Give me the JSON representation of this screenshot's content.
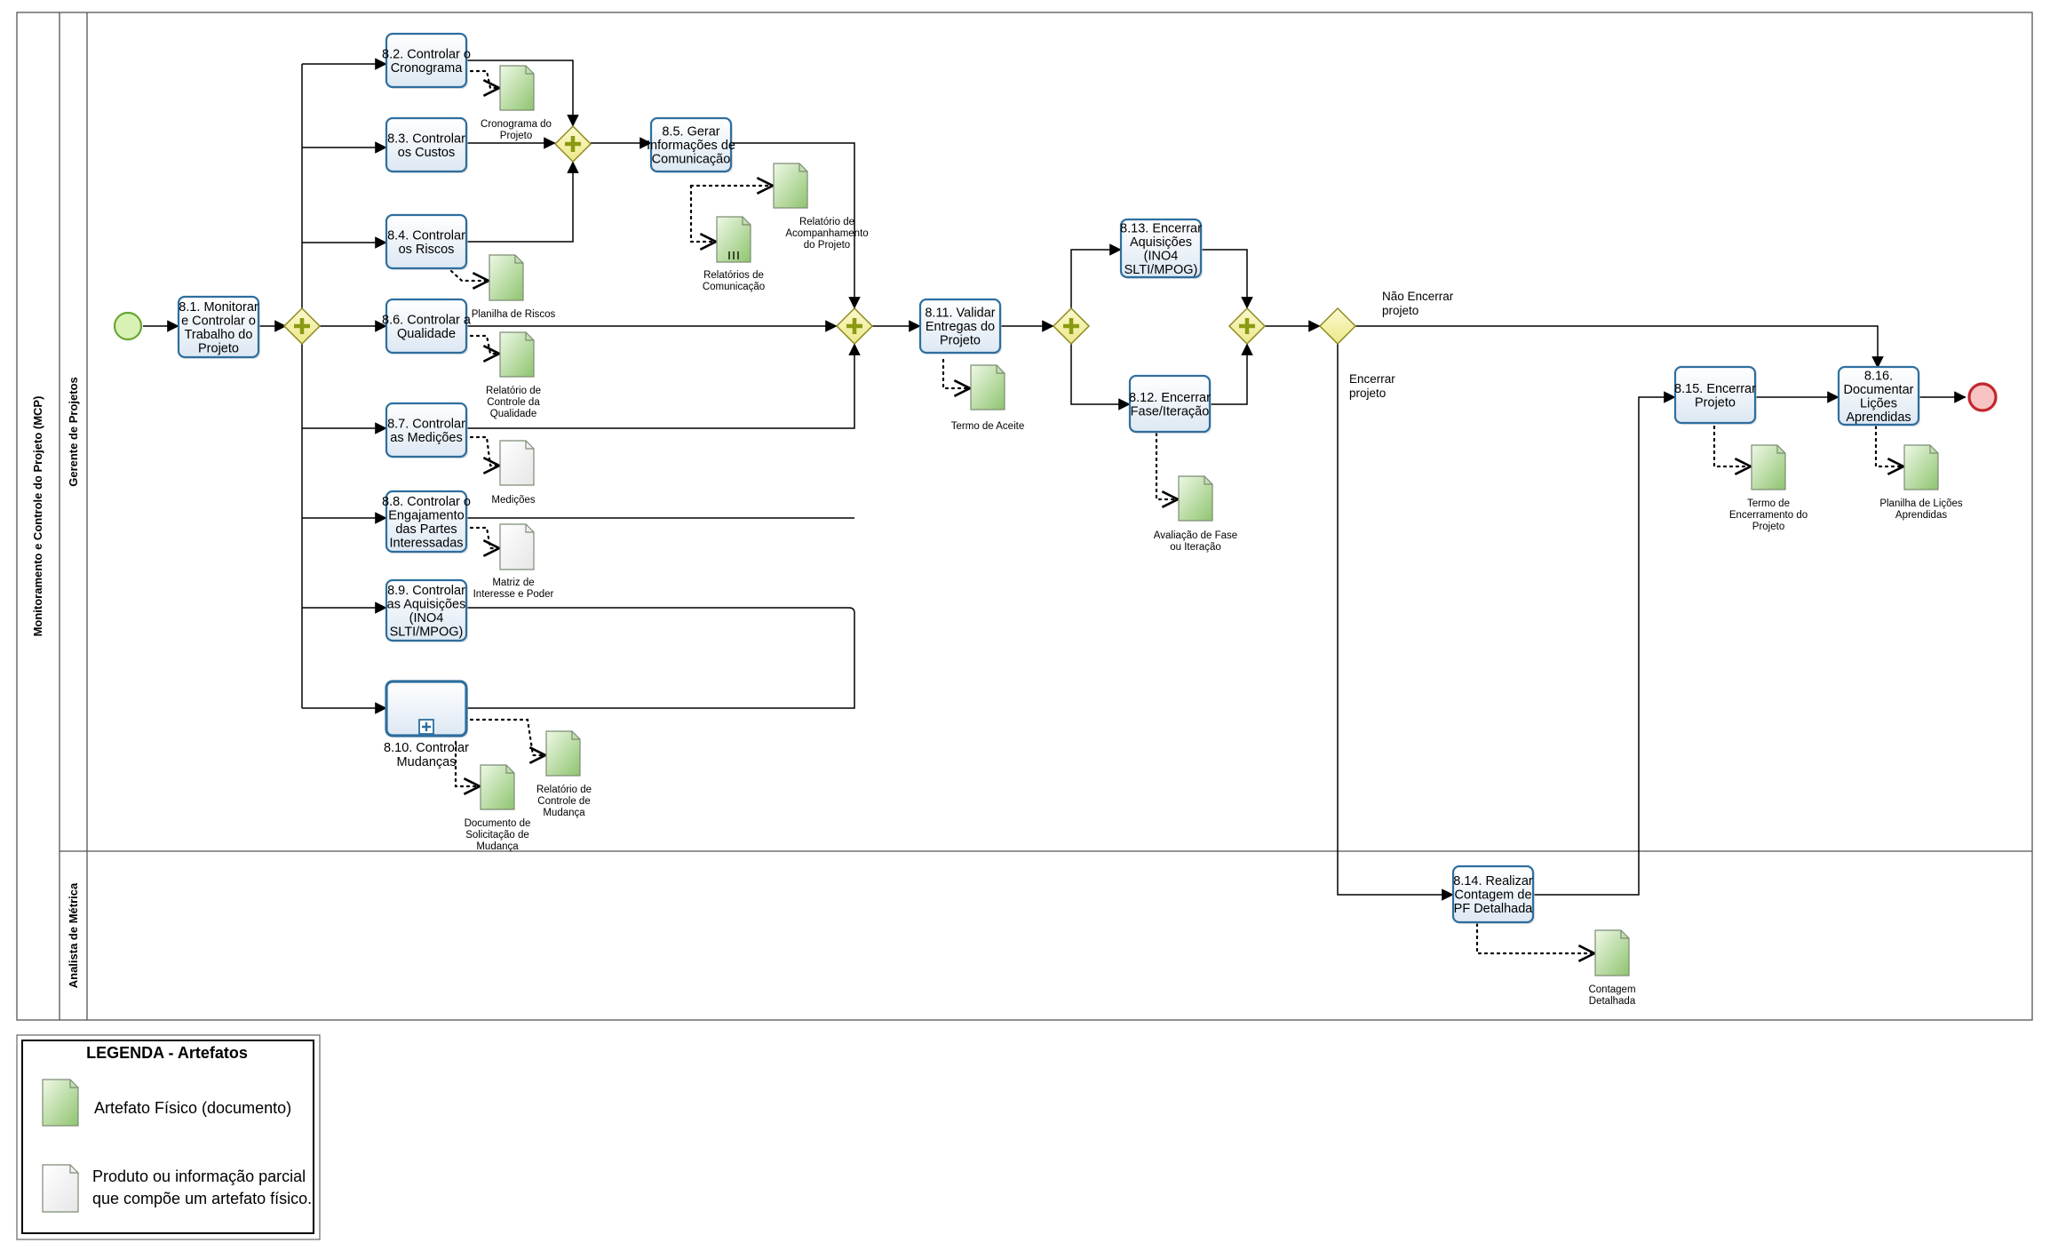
{
  "pool": {
    "title": "Monitoramento e Controle do Projeto (MCP)",
    "lanes": [
      "Gerente de Projetos",
      "Analista de Métrica"
    ]
  },
  "tasks": [
    {
      "id": "t81",
      "name": "8.1. Monitorar e Controlar o Trabalho do Projeto",
      "lines": [
        "8.1. Monitorar",
        "e Controlar o",
        "Trabalho do",
        "Projeto"
      ]
    },
    {
      "id": "t82",
      "name": "8.2. Controlar o Cronograma",
      "lines": [
        "8.2. Controlar o",
        "Cronograma"
      ]
    },
    {
      "id": "t83",
      "name": "8.3. Controlar os Custos",
      "lines": [
        "8.3. Controlar",
        "os Custos"
      ]
    },
    {
      "id": "t84",
      "name": "8.4. Controlar os Riscos",
      "lines": [
        "8.4. Controlar",
        "os Riscos"
      ]
    },
    {
      "id": "t85",
      "name": "8.5. Gerar Informações de Comunicação",
      "lines": [
        "8.5. Gerar",
        "Informações de",
        "Comunicação"
      ]
    },
    {
      "id": "t86",
      "name": "8.6. Controlar a Qualidade",
      "lines": [
        "8.6. Controlar a",
        "Qualidade"
      ]
    },
    {
      "id": "t87",
      "name": "8.7. Controlar as Medições",
      "lines": [
        "8.7. Controlar",
        "as Medições"
      ]
    },
    {
      "id": "t88",
      "name": "8.8. Controlar o Engajamento das Partes Interessadas",
      "lines": [
        "8.8. Controlar o",
        "Engajamento",
        "das Partes",
        "Interessadas"
      ]
    },
    {
      "id": "t89",
      "name": "8.9. Controlar as Aquisições (INO4 SLTI/MPOG)",
      "lines": [
        "8.9. Controlar",
        "as Aquisições",
        "(INO4",
        "SLTI/MPOG)"
      ]
    },
    {
      "id": "t810",
      "name": "8.10. Controlar Mudanças",
      "lines": [
        "8.10. Controlar",
        "Mudanças"
      ]
    },
    {
      "id": "t811",
      "name": "8.11. Validar Entregas do Projeto",
      "lines": [
        "8.11. Validar",
        "Entregas do",
        "Projeto"
      ]
    },
    {
      "id": "t812",
      "name": "8.12. Encerrar Fase/Iteração",
      "lines": [
        "8.12. Encerrar",
        "Fase/Iteração"
      ]
    },
    {
      "id": "t813",
      "name": "8.13. Encerrar Aquisições (INO4 SLTI/MPOG)",
      "lines": [
        "8.13. Encerrar",
        "Aquisições",
        "(INO4",
        "SLTI/MPOG)"
      ]
    },
    {
      "id": "t814",
      "name": "8.14. Realizar Contagem de PF Detalhada",
      "lines": [
        "8.14. Realizar",
        "Contagem de",
        "PF Detalhada"
      ]
    },
    {
      "id": "t815",
      "name": "8.15. Encerrar Projeto",
      "lines": [
        "8.15. Encerrar",
        "Projeto"
      ]
    },
    {
      "id": "t816",
      "name": "8.16. Documentar Lições Aprendidas",
      "lines": [
        "8.16.",
        "Documentar",
        "Lições",
        "Aprendidas"
      ]
    }
  ],
  "artifacts": [
    {
      "id": "a1",
      "lines": [
        "Cronograma do",
        "Projeto"
      ],
      "kind": "fisico"
    },
    {
      "id": "a2",
      "lines": [
        "Relatório de",
        "Acompanhamento",
        "do Projeto"
      ],
      "kind": "fisico"
    },
    {
      "id": "a3",
      "lines": [
        "Relatórios de",
        "Comunicação"
      ],
      "kind": "colecao"
    },
    {
      "id": "a4",
      "lines": [
        "Planilha de Riscos"
      ],
      "kind": "fisico"
    },
    {
      "id": "a5",
      "lines": [
        "Relatório de",
        "Controle da",
        "Qualidade"
      ],
      "kind": "fisico"
    },
    {
      "id": "a6",
      "lines": [
        "Medições"
      ],
      "kind": "parcial"
    },
    {
      "id": "a7",
      "lines": [
        "Matriz de",
        "Interesse e Poder"
      ],
      "kind": "parcial"
    },
    {
      "id": "a8",
      "lines": [
        "Relatório de",
        "Controle de",
        "Mudança"
      ],
      "kind": "fisico"
    },
    {
      "id": "a9",
      "lines": [
        "Documento de",
        "Solicitação de",
        "Mudança"
      ],
      "kind": "fisico"
    },
    {
      "id": "a10",
      "lines": [
        "Termo de Aceite"
      ],
      "kind": "fisico"
    },
    {
      "id": "a11",
      "lines": [
        "Avaliação de Fase",
        "ou Iteração"
      ],
      "kind": "fisico"
    },
    {
      "id": "a12",
      "lines": [
        "Termo de",
        "Encerramento do",
        "Projeto"
      ],
      "kind": "fisico"
    },
    {
      "id": "a13",
      "lines": [
        "Planilha de Lições",
        "Aprendidas"
      ],
      "kind": "fisico"
    },
    {
      "id": "a14",
      "lines": [
        "Contagem",
        "Detalhada"
      ],
      "kind": "fisico"
    }
  ],
  "gateway_labels": {
    "nao_encerrar": [
      "Não Encerrar",
      "projeto"
    ],
    "encerrar": [
      "Encerrar",
      "projeto"
    ]
  },
  "legend": {
    "title": "LEGENDA - Artefatos",
    "items": [
      {
        "lines": [
          "Artefato Físico (documento)"
        ],
        "kind": "fisico"
      },
      {
        "lines": [
          "Produto ou informação parcial",
          "que compõe um artefato físico."
        ],
        "kind": "parcial"
      }
    ]
  },
  "colors": {
    "task_border": "#2e6e9e",
    "task_fill_top": "#ffffff",
    "task_fill_bottom": "#dde8f3",
    "gateway_fill": "#f3f1a6",
    "gateway_border": "#8e8a1d",
    "gateway_plus": "#8b9a12",
    "start_fill": "#d7f2b4",
    "start_border": "#6aa732",
    "end_fill": "#f7c3c3",
    "end_border": "#c1272d",
    "doc_green_top": "#e8f5dd",
    "doc_green_bottom": "#9ccf7d",
    "doc_white": "#f6f6f6",
    "doc_border": "#7d8c74"
  }
}
